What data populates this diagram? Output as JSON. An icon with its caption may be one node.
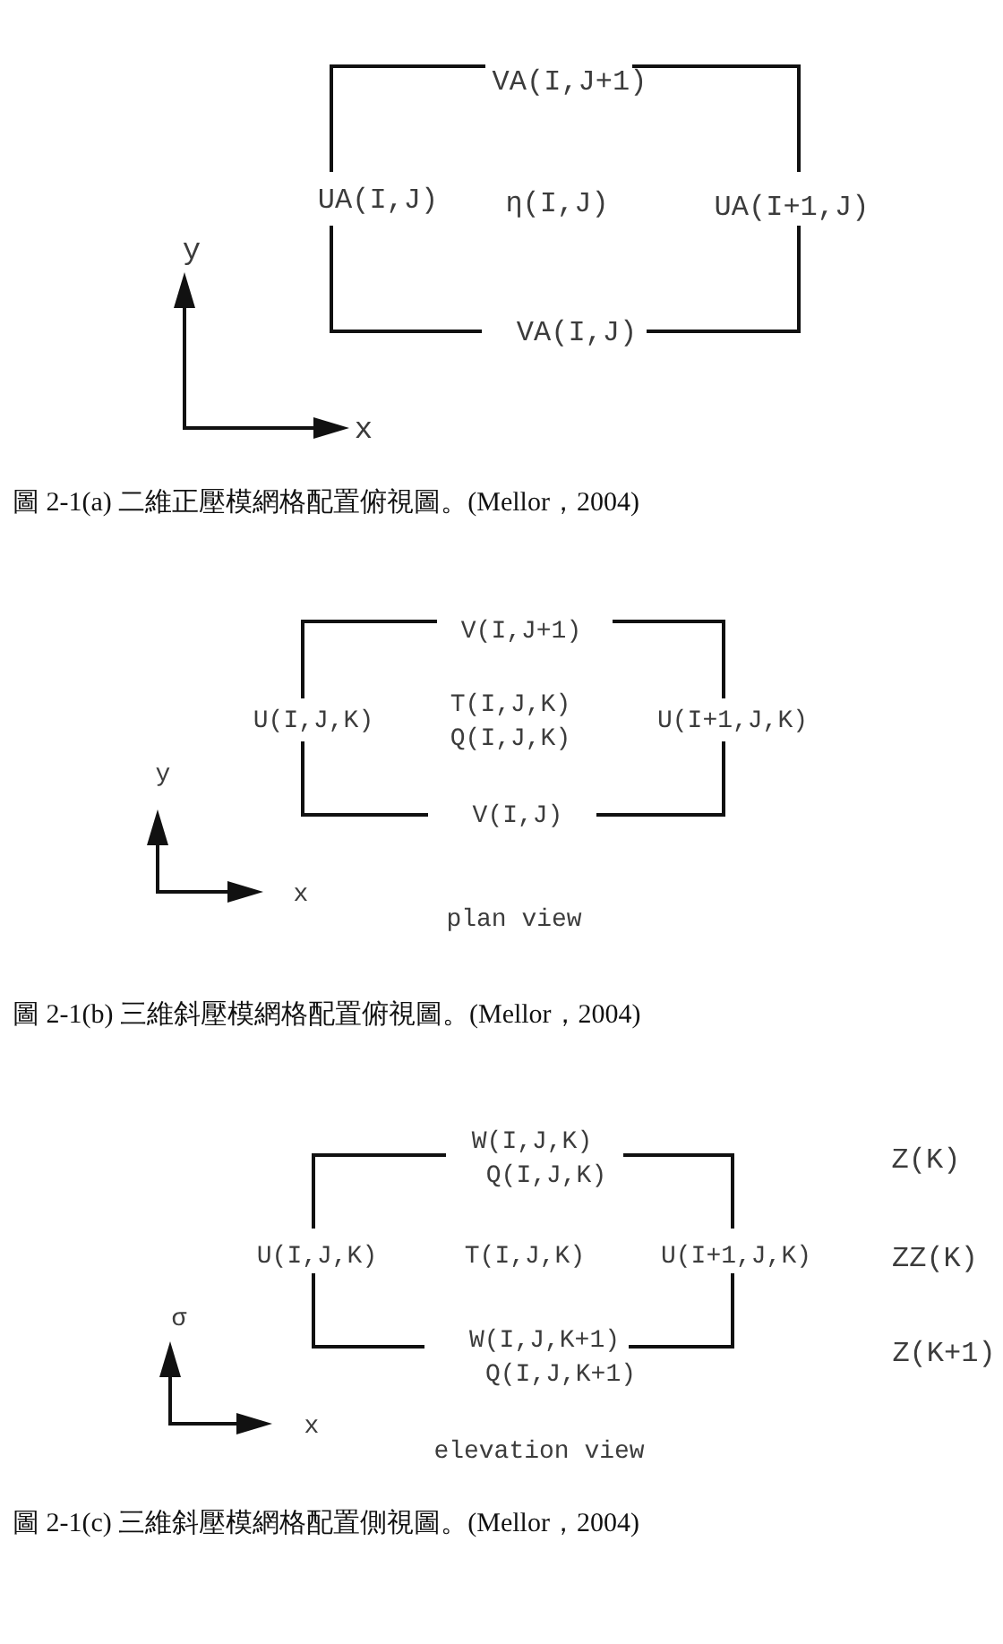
{
  "diagram": {
    "nodes": [
      {
        "text": [
          "VA(I,J+1)",
          "UA(I,J)",
          "η(I,J)",
          "UA(I+1,J)",
          "VA(I,J)"
        ]
      },
      {
        "text": [
          "V(I,J+1)",
          "U(I,J,K)",
          "T(I,J,K)",
          "Q(I,J,K)",
          "U(I+1,J,K)",
          "V(I,J)"
        ],
        "beside": [
          "plan view"
        ]
      },
      {
        "text": [
          "W(I,J,K)",
          "Q(I,J,K)",
          "U(I,J,K)",
          "T(I,J,K)",
          "U(I+1,J,K)",
          "W(I,J,K+1)",
          "Q(I,J,K+1)"
        ],
        "beside": [
          "elevation view"
        ]
      }
    ],
    "labels": [
      "y",
      "x",
      "圖 2-1(a) 二維正壓模網格配置俯視圖。(Mellor，2004)",
      "y",
      "x",
      "圖 2-1(b) 三維斜壓模網格配置俯視圖。(Mellor，2004)",
      "Z(K)",
      "ZZ(K)",
      "σ",
      "Z(K+1)",
      "x",
      "圖 2-1(c) 三維斜壓模網格配置側視圖。(Mellor，2004)"
    ]
  }
}
